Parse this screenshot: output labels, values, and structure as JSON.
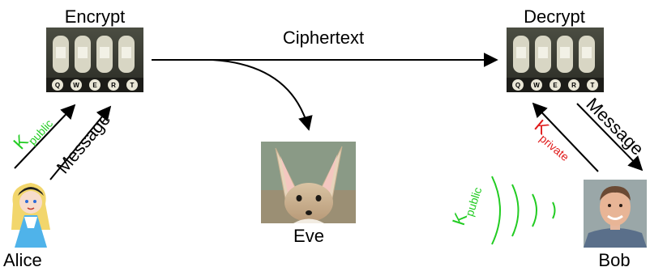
{
  "labels": {
    "encrypt": "Encrypt",
    "decrypt": "Decrypt",
    "ciphertext": "Ciphertext",
    "eve": "Eve",
    "alice": "Alice",
    "bob": "Bob",
    "message_left": "Message",
    "message_right": "Message",
    "k_public_left": {
      "base": "K",
      "sub": "public"
    },
    "k_private": {
      "base": "K",
      "sub": "private"
    },
    "k_public_broadcast": {
      "base": "K",
      "sub": "public"
    }
  },
  "machine_keys": [
    "Q",
    "W",
    "E",
    "R",
    "T"
  ],
  "colors": {
    "public_key": "#22cc22",
    "private_key": "#e01b1b",
    "arrow": "#000000"
  }
}
